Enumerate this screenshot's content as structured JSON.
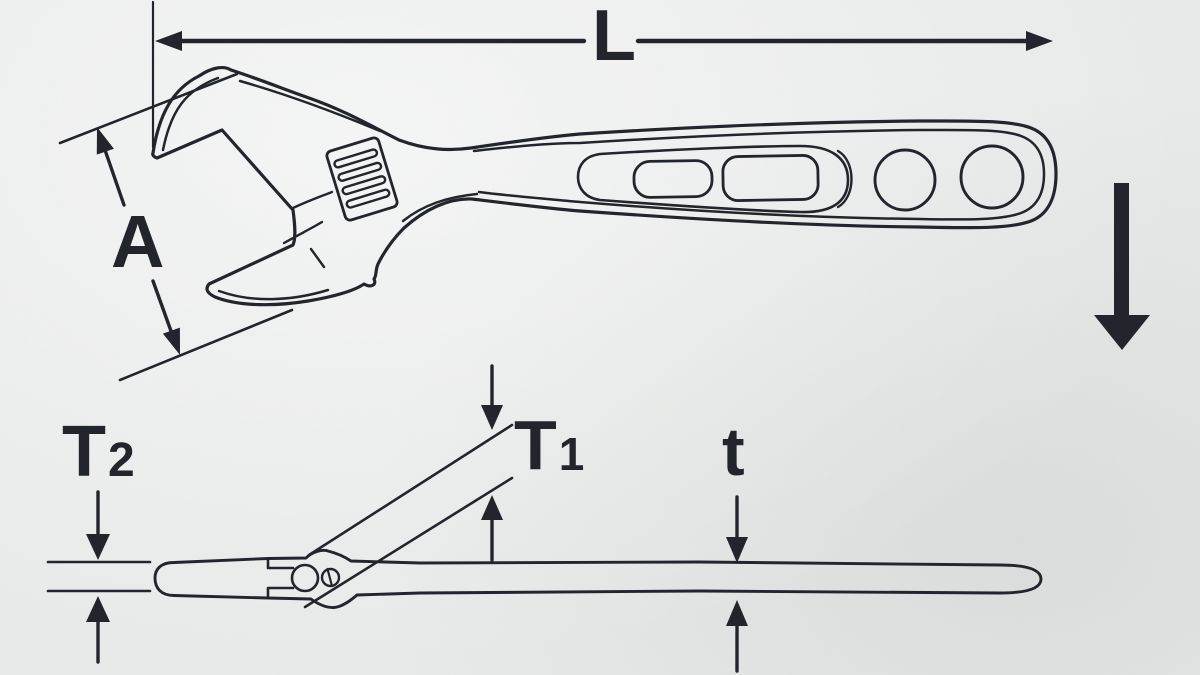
{
  "page": {
    "paper_color": "#e9ebea",
    "ink_color": "#23252c"
  },
  "labels": {
    "overall_length": "L",
    "head_span": "A",
    "head_thickness": {
      "base": "T",
      "sub": "2"
    },
    "jaw_thickness": {
      "base": "T",
      "sub": "1"
    },
    "handle_thickness": "t"
  },
  "icons": {
    "force_direction": "bold-down-arrow",
    "dimension_arrowheads": "filled-triangle-arrows"
  }
}
